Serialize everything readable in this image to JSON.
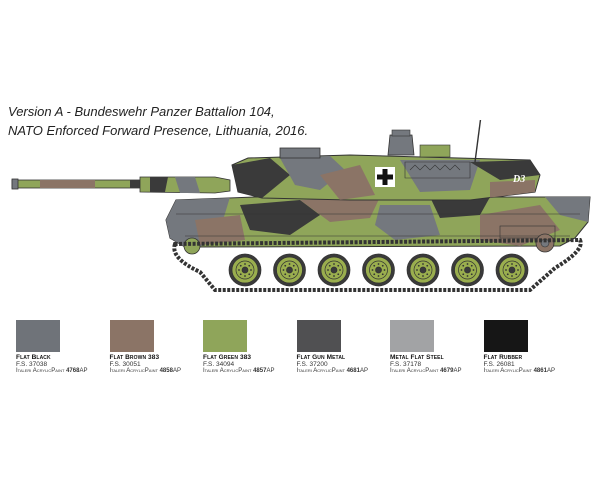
{
  "caption": {
    "line1": "Version A - Bundeswehr Panzer Battalion 104,",
    "line2": "NATO Enforced Forward Presence, Lithuania, 2016."
  },
  "tank": {
    "turret_marking": "D3",
    "insignia": "iron-cross-icon",
    "road_wheel_count": 7
  },
  "colors": {
    "green": "#9aae4e",
    "brown": "#8d7562",
    "black": "#3a3a3a",
    "gray": "#74787e"
  },
  "swatches": [
    {
      "name": "Flat Black",
      "fs": "F.S. 37038",
      "paint_label": "Italeri AcrylicPaint ",
      "code": "4768",
      "suffix": "AP",
      "color": "#6f7379"
    },
    {
      "name": "Flat Brown 383",
      "fs": "F.S. 30051",
      "paint_label": "Italeri AcrylicPaint ",
      "code": "4858",
      "suffix": "AP",
      "color": "#8b7466"
    },
    {
      "name": "Flat Green 383",
      "fs": "F.S. 34094",
      "paint_label": "Italeri AcrylicPaint ",
      "code": "4857",
      "suffix": "AP",
      "color": "#8fa55a"
    },
    {
      "name": "Flat Gun Metal",
      "fs": "F.S. 37200",
      "paint_label": "Italeri AcrylicPaint ",
      "code": "4681",
      "suffix": "AP",
      "color": "#505052"
    },
    {
      "name": "Metal Flat Steel",
      "fs": "F.S. 37178",
      "paint_label": "Italeri AcrylicPaint ",
      "code": "4679",
      "suffix": "AP",
      "color": "#a2a3a5"
    },
    {
      "name": "Flat Rubber",
      "fs": "F.S. 26081",
      "paint_label": "Italeri AcrylicPaint ",
      "code": "4861",
      "suffix": "AP",
      "color": "#161616"
    }
  ]
}
